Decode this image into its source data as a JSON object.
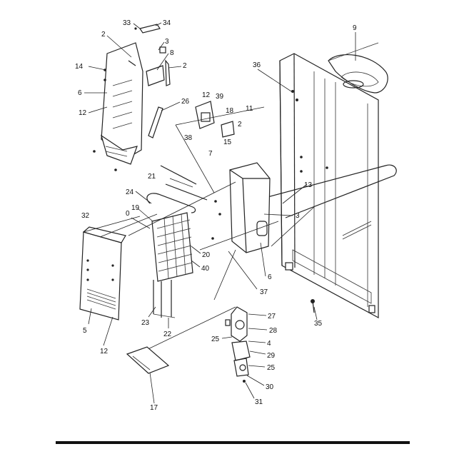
{
  "diagram": {
    "callouts": [
      {
        "id": "c33",
        "text": "33"
      },
      {
        "id": "c34",
        "text": "34"
      },
      {
        "id": "c2a",
        "text": "2"
      },
      {
        "id": "c3a",
        "text": "3"
      },
      {
        "id": "c8",
        "text": "8"
      },
      {
        "id": "c2b",
        "text": "2"
      },
      {
        "id": "c14",
        "text": "14"
      },
      {
        "id": "c6a",
        "text": "6"
      },
      {
        "id": "c12a",
        "text": "12"
      },
      {
        "id": "c26",
        "text": "26"
      },
      {
        "id": "c12b",
        "text": "12"
      },
      {
        "id": "c39",
        "text": "39"
      },
      {
        "id": "c18",
        "text": "18"
      },
      {
        "id": "c11",
        "text": "11"
      },
      {
        "id": "c2c",
        "text": "2"
      },
      {
        "id": "c38",
        "text": "38"
      },
      {
        "id": "c15",
        "text": "15"
      },
      {
        "id": "c7",
        "text": "7"
      },
      {
        "id": "c21",
        "text": "21"
      },
      {
        "id": "c24",
        "text": "24"
      },
      {
        "id": "c19",
        "text": "19"
      },
      {
        "id": "c0",
        "text": "0"
      },
      {
        "id": "c32",
        "text": "32"
      },
      {
        "id": "c20",
        "text": "20"
      },
      {
        "id": "c40",
        "text": "40"
      },
      {
        "id": "c3b",
        "text": "3"
      },
      {
        "id": "c13",
        "text": "13"
      },
      {
        "id": "c6b",
        "text": "6"
      },
      {
        "id": "c37",
        "text": "37"
      },
      {
        "id": "c36",
        "text": "36"
      },
      {
        "id": "c9",
        "text": "9"
      },
      {
        "id": "c5",
        "text": "5"
      },
      {
        "id": "c12c",
        "text": "12"
      },
      {
        "id": "c23",
        "text": "23"
      },
      {
        "id": "c22",
        "text": "22"
      },
      {
        "id": "c27",
        "text": "27"
      },
      {
        "id": "c28",
        "text": "28"
      },
      {
        "id": "c25a",
        "text": "25"
      },
      {
        "id": "c4",
        "text": "4"
      },
      {
        "id": "c29",
        "text": "29"
      },
      {
        "id": "c25b",
        "text": "25"
      },
      {
        "id": "c30",
        "text": "30"
      },
      {
        "id": "c31",
        "text": "31"
      },
      {
        "id": "c35",
        "text": "35"
      },
      {
        "id": "c17",
        "text": "17"
      }
    ]
  }
}
